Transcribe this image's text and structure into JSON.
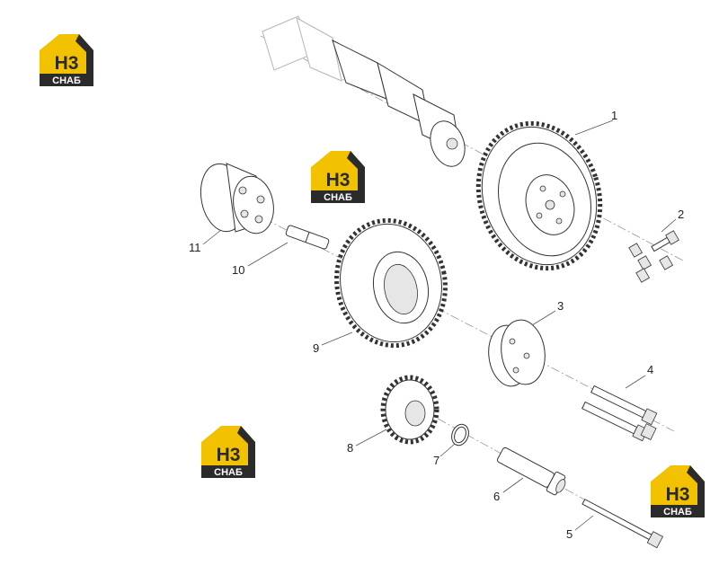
{
  "colors": {
    "logo_yellow": "#f2c200",
    "logo_dark": "#2b2b2b",
    "line": "#333333"
  },
  "logo": {
    "letters": "H3",
    "caption": "СНАБ"
  },
  "callouts": [
    "1",
    "2",
    "3",
    "4",
    "5",
    "6",
    "7",
    "8",
    "9",
    "10",
    "11"
  ]
}
